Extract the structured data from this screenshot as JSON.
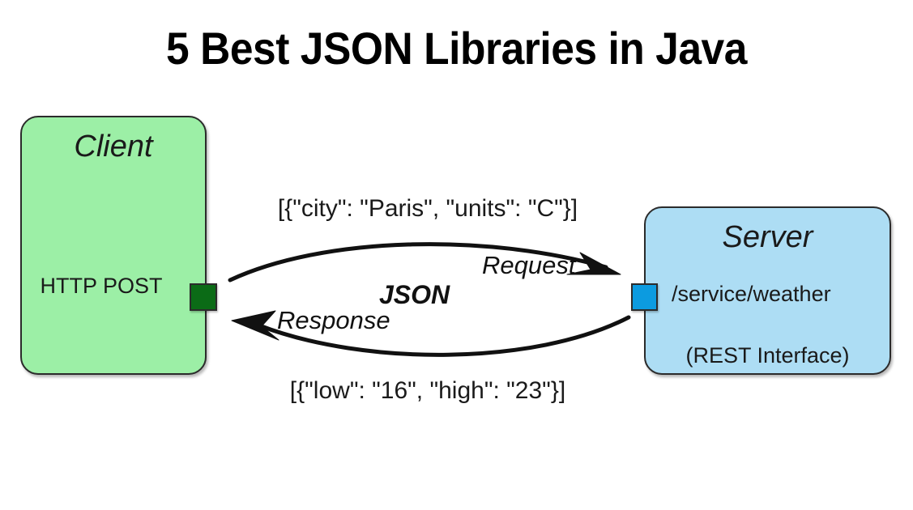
{
  "title": "5 Best JSON Libraries in Java",
  "diagram": {
    "client": {
      "title": "Client",
      "endpoint": "HTTP POST",
      "fill_color": "#9CEFA6",
      "port_color": "#0B6B16",
      "port_name": "client-port"
    },
    "server": {
      "title": "Server",
      "endpoint": "/service/weather",
      "note": "(REST Interface)",
      "fill_color": "#ADDDF4",
      "port_color": "#0C9BE0",
      "port_name": "server-port"
    },
    "flows": {
      "format_label": "JSON",
      "request": {
        "label": "Request",
        "payload": "[{\"city\": \"Paris\", \"units\": \"C\"}]",
        "direction": "client-to-server"
      },
      "response": {
        "label": "Response",
        "payload": "[{\"low\": \"16\", \"high\": \"23\"}]",
        "direction": "server-to-client"
      }
    },
    "stroke_color": "#2b2b2b",
    "text_color": "#1a1a1a",
    "background_color": "#ffffff"
  }
}
